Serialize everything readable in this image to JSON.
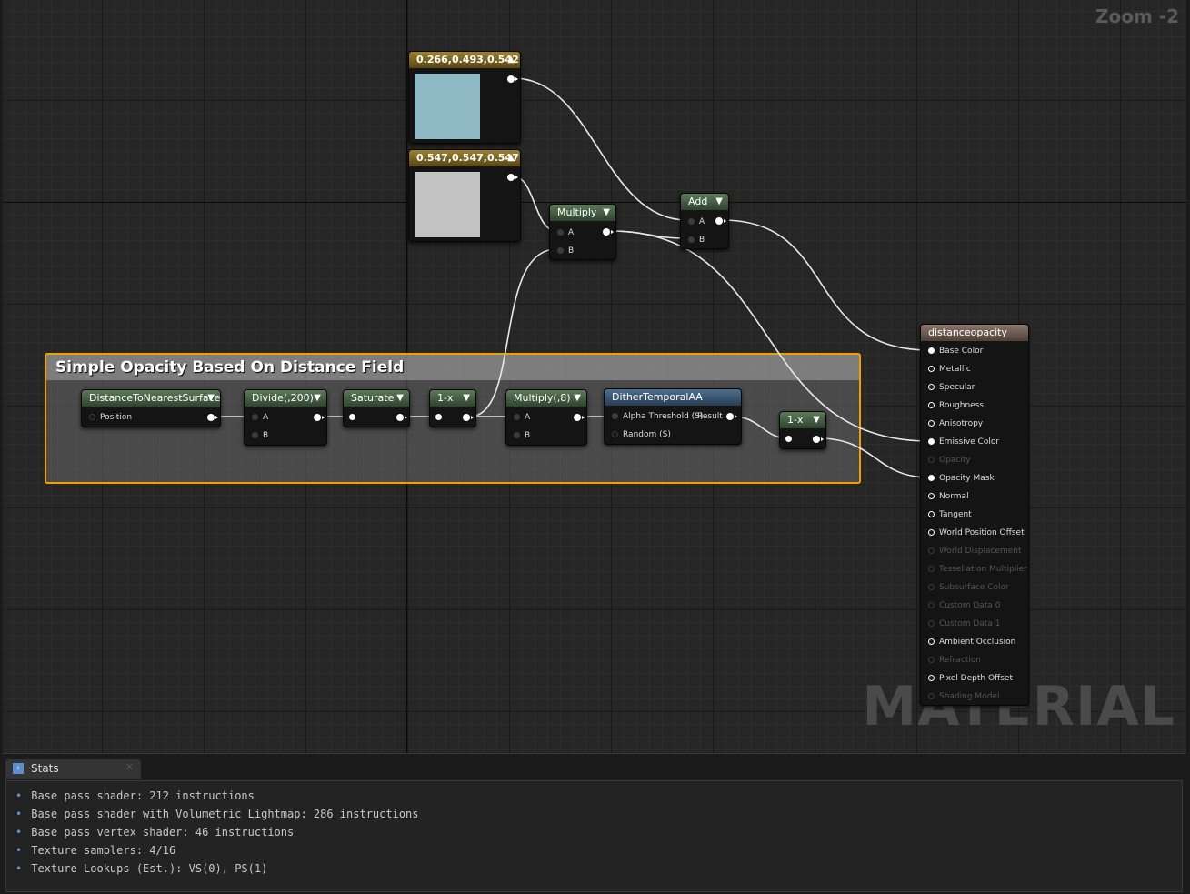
{
  "graph": {
    "zoom_label": "Zoom -2",
    "watermark": "MATERIAL",
    "comment_title": "Simple Opacity Based On Distance Field"
  },
  "nodes": {
    "const1": {
      "title": "0.266,0.493,0.542",
      "color": "#8fb8c5"
    },
    "const2": {
      "title": "0.547,0.547,0.547",
      "color": "#c2c2c2"
    },
    "multiply": {
      "title": "Multiply",
      "pin_a": "A",
      "pin_b": "B"
    },
    "add": {
      "title": "Add",
      "pin_a": "A",
      "pin_b": "B"
    },
    "distance": {
      "title": "DistanceToNearestSurface",
      "pin_position": "Position"
    },
    "divide": {
      "title": "Divide(,200)",
      "pin_a": "A",
      "pin_b": "B"
    },
    "saturate": {
      "title": "Saturate"
    },
    "oneminus1": {
      "title": "1-x"
    },
    "multiply8": {
      "title": "Multiply(,8)",
      "pin_a": "A",
      "pin_b": "B"
    },
    "dither": {
      "title": "DitherTemporalAA",
      "pin_alpha": "Alpha Threshold (S)",
      "pin_result": "Result",
      "pin_random": "Random (S)"
    },
    "oneminus2": {
      "title": "1-x"
    }
  },
  "material": {
    "title": "distanceopacity",
    "inputs": [
      {
        "label": "Base Color",
        "enabled": true,
        "connected": true
      },
      {
        "label": "Metallic",
        "enabled": true,
        "connected": false
      },
      {
        "label": "Specular",
        "enabled": true,
        "connected": false
      },
      {
        "label": "Roughness",
        "enabled": true,
        "connected": false
      },
      {
        "label": "Anisotropy",
        "enabled": true,
        "connected": false
      },
      {
        "label": "Emissive Color",
        "enabled": true,
        "connected": true
      },
      {
        "label": "Opacity",
        "enabled": false,
        "connected": false
      },
      {
        "label": "Opacity Mask",
        "enabled": true,
        "connected": true
      },
      {
        "label": "Normal",
        "enabled": true,
        "connected": false
      },
      {
        "label": "Tangent",
        "enabled": true,
        "connected": false
      },
      {
        "label": "World Position Offset",
        "enabled": true,
        "connected": false
      },
      {
        "label": "World Displacement",
        "enabled": false,
        "connected": false
      },
      {
        "label": "Tessellation Multiplier",
        "enabled": false,
        "connected": false
      },
      {
        "label": "Subsurface Color",
        "enabled": false,
        "connected": false
      },
      {
        "label": "Custom Data 0",
        "enabled": false,
        "connected": false
      },
      {
        "label": "Custom Data 1",
        "enabled": false,
        "connected": false
      },
      {
        "label": "Ambient Occlusion",
        "enabled": true,
        "connected": false
      },
      {
        "label": "Refraction",
        "enabled": false,
        "connected": false
      },
      {
        "label": "Pixel Depth Offset",
        "enabled": true,
        "connected": false
      },
      {
        "label": "Shading Model",
        "enabled": false,
        "connected": false
      }
    ]
  },
  "stats": {
    "tab_label": "Stats",
    "tab_close": "✕",
    "lines": [
      "Base pass shader: 212 instructions",
      "Base pass shader with Volumetric Lightmap: 286 instructions",
      "Base pass vertex shader: 46 instructions",
      "Texture samplers: 4/16",
      "Texture Lookups (Est.): VS(0), PS(1)"
    ]
  }
}
